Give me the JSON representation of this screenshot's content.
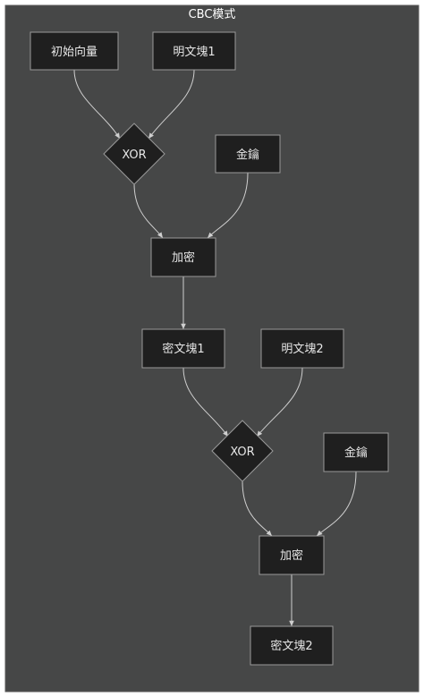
{
  "diagram": {
    "title": "CBC模式",
    "nodes": {
      "iv": "初始向量",
      "plaintext1": "明文塊1",
      "xor1": "XOR",
      "key1": "金鑰",
      "encrypt1": "加密",
      "ciphertext1": "密文塊1",
      "plaintext2": "明文塊2",
      "xor2": "XOR",
      "key2": "金鑰",
      "encrypt2": "加密",
      "ciphertext2": "密文塊2"
    },
    "edges": [
      [
        "iv",
        "xor1"
      ],
      [
        "plaintext1",
        "xor1"
      ],
      [
        "xor1",
        "encrypt1"
      ],
      [
        "key1",
        "encrypt1"
      ],
      [
        "encrypt1",
        "ciphertext1"
      ],
      [
        "ciphertext1",
        "xor2"
      ],
      [
        "plaintext2",
        "xor2"
      ],
      [
        "xor2",
        "encrypt2"
      ],
      [
        "key2",
        "encrypt2"
      ],
      [
        "encrypt2",
        "ciphertext2"
      ]
    ],
    "colors": {
      "frame_background": "#464747",
      "node_fill": "#1f1f1f",
      "node_border": "#9a9a9a",
      "edge": "#cfcfcf",
      "text": "#e6e6e6"
    }
  }
}
